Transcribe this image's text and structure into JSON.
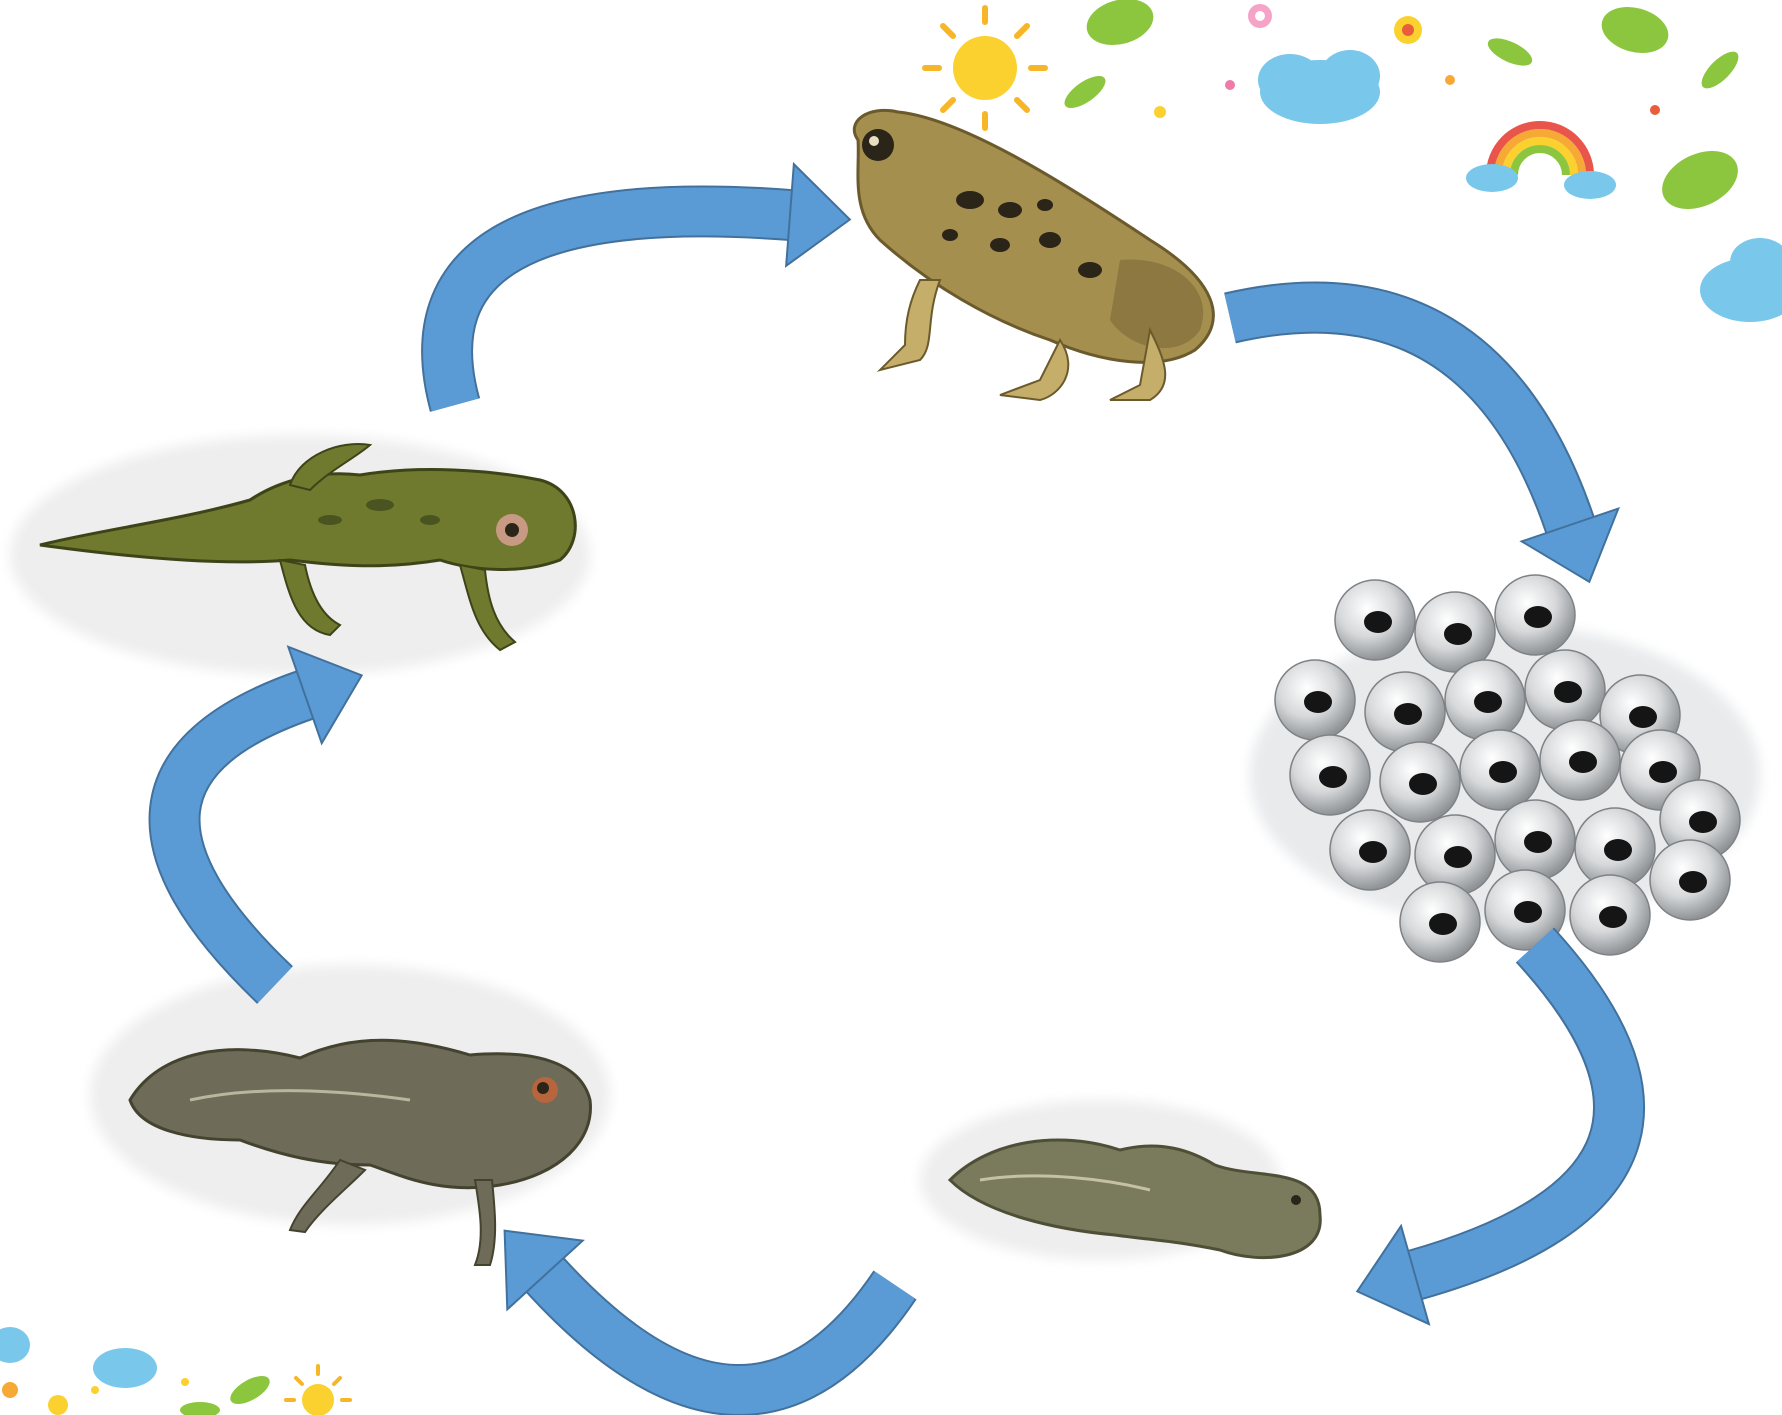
{
  "diagram": {
    "type": "life-cycle",
    "stages": [
      {
        "id": "adult-frog",
        "icon": "adult-frog-icon"
      },
      {
        "id": "frog-spawn",
        "icon": "frog-eggs-icon"
      },
      {
        "id": "tadpole",
        "icon": "tadpole-icon"
      },
      {
        "id": "tadpole-with-legs",
        "icon": "tadpole-with-legs-icon"
      },
      {
        "id": "froglet",
        "icon": "froglet-icon"
      }
    ],
    "arrow_color": "#5b9bd5",
    "arrow_outline": "#41719c",
    "cycle_direction": "clockwise"
  },
  "decorations": {
    "top_right": [
      "sun",
      "leaves",
      "flowers",
      "clouds",
      "rainbow"
    ],
    "bottom_left": [
      "sun",
      "leaves",
      "flowers",
      "cloud"
    ]
  }
}
